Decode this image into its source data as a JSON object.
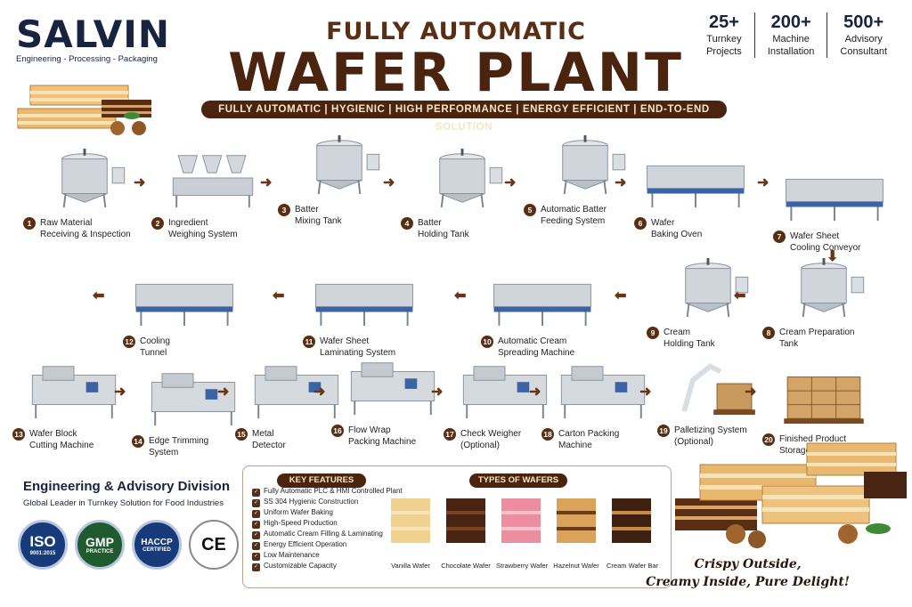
{
  "brand": {
    "name": "SALVIN",
    "tagline": "Engineering - Processing - Packaging"
  },
  "header": {
    "title_top": "FULLY AUTOMATIC",
    "title_main": "WAFER PLANT",
    "ribbon": "FULLY AUTOMATIC | HYGIENIC | HIGH PERFORMANCE | ENERGY EFFICIENT | END-TO-END SOLUTION"
  },
  "stats": [
    {
      "num": "25+",
      "label1": "Turnkey",
      "label2": "Projects"
    },
    {
      "num": "200+",
      "label1": "Machine",
      "label2": "Installation"
    },
    {
      "num": "500+",
      "label1": "Advisory",
      "label2": "Consultant"
    }
  ],
  "steps": [
    {
      "n": "1",
      "l1": "Raw Material",
      "l2": "Receiving & Inspection"
    },
    {
      "n": "2",
      "l1": "Ingredient",
      "l2": "Weighing System"
    },
    {
      "n": "3",
      "l1": "Batter",
      "l2": "Mixing Tank"
    },
    {
      "n": "4",
      "l1": "Batter",
      "l2": "Holding Tank"
    },
    {
      "n": "5",
      "l1": "Automatic Batter",
      "l2": "Feeding System"
    },
    {
      "n": "6",
      "l1": "Wafer",
      "l2": "Baking Oven"
    },
    {
      "n": "7",
      "l1": "Wafer Sheet",
      "l2": "Cooling Conveyor"
    },
    {
      "n": "8",
      "l1": "Cream Preparation",
      "l2": "Tank"
    },
    {
      "n": "9",
      "l1": "Cream",
      "l2": "Holding Tank"
    },
    {
      "n": "10",
      "l1": "Automatic Cream",
      "l2": "Spreading Machine"
    },
    {
      "n": "11",
      "l1": "Wafer Sheet",
      "l2": "Laminating System"
    },
    {
      "n": "12",
      "l1": "Cooling",
      "l2": "Tunnel"
    },
    {
      "n": "13",
      "l1": "Wafer Block",
      "l2": "Cutting Machine"
    },
    {
      "n": "14",
      "l1": "Edge Trimming",
      "l2": "System"
    },
    {
      "n": "15",
      "l1": "Metal",
      "l2": "Detector"
    },
    {
      "n": "16",
      "l1": "Flow Wrap",
      "l2": "Packing Machine"
    },
    {
      "n": "17",
      "l1": "Check Weigher",
      "l2": "(Optional)"
    },
    {
      "n": "18",
      "l1": "Carton Packing",
      "l2": "Machine"
    },
    {
      "n": "19",
      "l1": "Palletizing System",
      "l2": "(Optional)"
    },
    {
      "n": "20",
      "l1": "Finished Product",
      "l2": "Storage"
    }
  ],
  "advisory": {
    "title": "Engineering & Advisory Division",
    "subtitle": "Global Leader in Turnkey Solution for Food Industries",
    "badges": [
      {
        "top": "ISO",
        "bottom": "9001:2015"
      },
      {
        "top": "GMP",
        "bottom": "PRACTICE"
      },
      {
        "top": "HACCP",
        "bottom": "CERTIFIED"
      },
      {
        "top": "CE",
        "bottom": ""
      }
    ]
  },
  "features": {
    "heading": "KEY FEATURES",
    "items": [
      "Fully Automatic PLC & HMI Controlled Plant",
      "SS 304 Hygienic Construction",
      "Uniform Wafer Baking",
      "High-Speed Production",
      "Automatic Cream Filling & Laminating",
      "Energy Efficient Operation",
      "Low Maintenance",
      "Customizable Capacity"
    ]
  },
  "types": {
    "heading": "TYPES OF WAFERS",
    "items": [
      {
        "label": "Vanilla Wafer",
        "c1": "#f1d190",
        "c2": "#f8e4b6"
      },
      {
        "label": "Chocolate Wafer",
        "c1": "#4a2412",
        "c2": "#7a4424"
      },
      {
        "label": "Strawberry Wafer",
        "c1": "#ec8da0",
        "c2": "#f7c2cc"
      },
      {
        "label": "Hazelnut Wafer",
        "c1": "#d9a45a",
        "c2": "#6b3a1a"
      },
      {
        "label": "Cream Wafer Bar",
        "c1": "#3e2010",
        "c2": "#c98a48"
      }
    ]
  },
  "slogan": {
    "line1": "Crispy Outside,",
    "line2": "Creamy Inside, Pure Delight!"
  }
}
